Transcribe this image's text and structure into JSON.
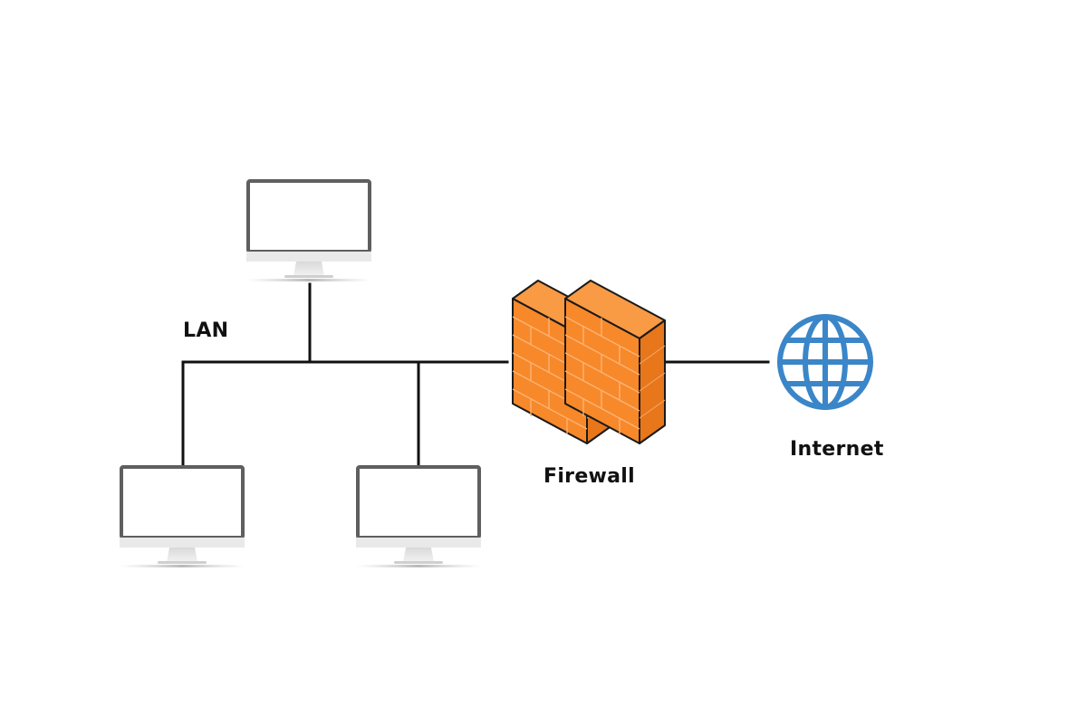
{
  "diagram": {
    "labels": {
      "lan": "LAN",
      "firewall": "Firewall",
      "internet": "Internet"
    },
    "nodes": [
      {
        "id": "computer-top",
        "icon": "monitor-icon"
      },
      {
        "id": "computer-bottom-left",
        "icon": "monitor-icon"
      },
      {
        "id": "computer-bottom-middle",
        "icon": "monitor-icon"
      },
      {
        "id": "firewall",
        "icon": "brick-wall-icon"
      },
      {
        "id": "internet",
        "icon": "globe-icon"
      }
    ],
    "colors": {
      "line": "#111111",
      "monitor_frame": "#5f5f5f",
      "firewall_brick": "#f7892a",
      "globe": "#3a86c8"
    }
  }
}
